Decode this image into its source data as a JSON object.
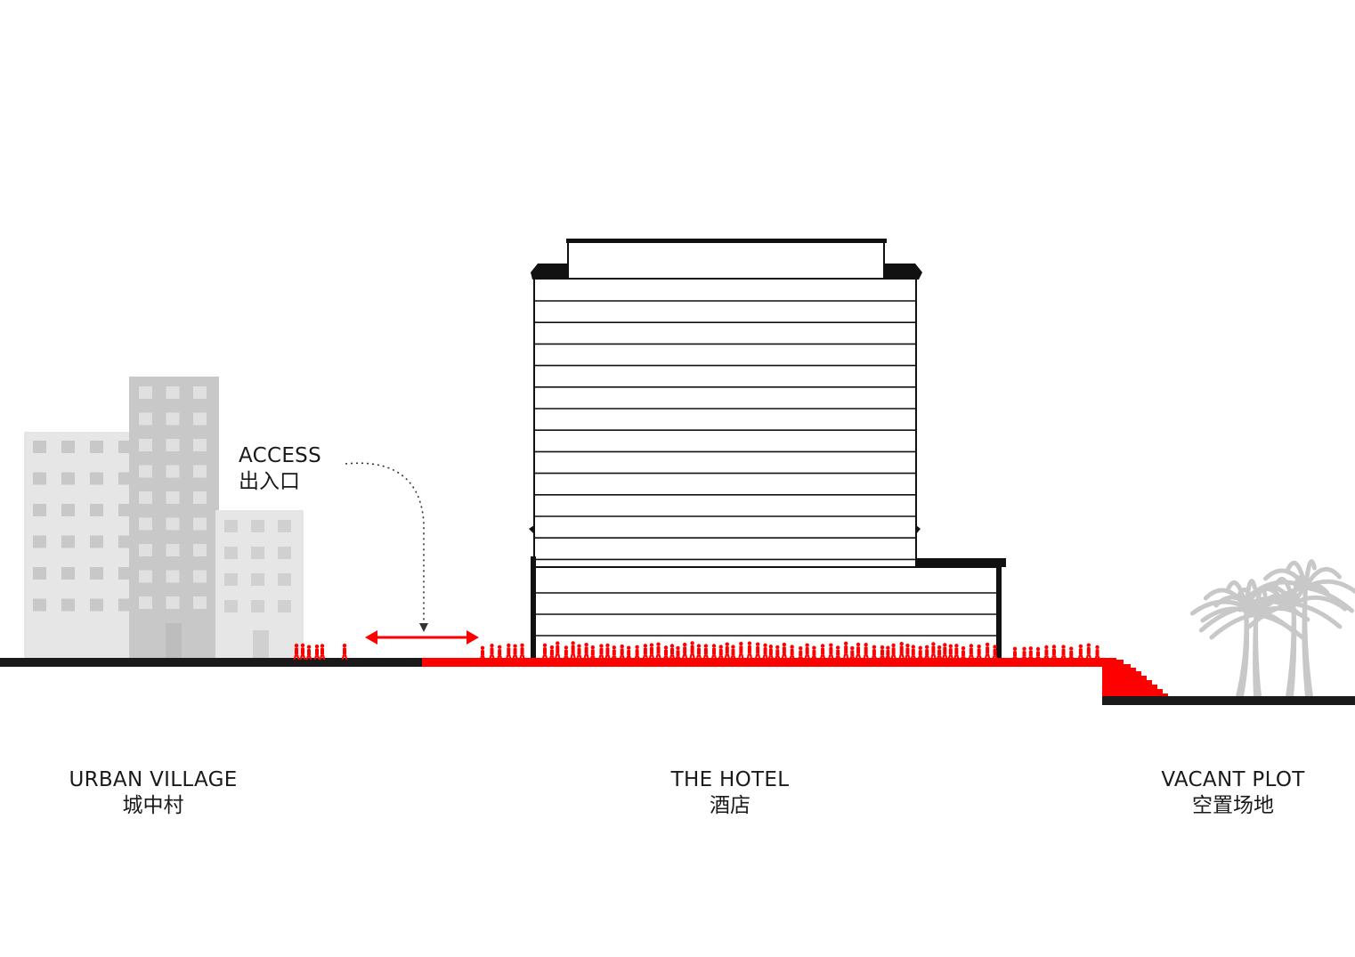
{
  "labels": {
    "access": {
      "en": "ACCESS",
      "zh": "出入口"
    },
    "urban_village": {
      "en": "URBAN VILLAGE",
      "zh": "城中村"
    },
    "hotel": {
      "en": "THE HOTEL",
      "zh": "酒店"
    },
    "vacant_plot": {
      "en": "VACANT PLOT",
      "zh": "空置场地"
    }
  },
  "colors": {
    "accent_red": "#ff0000",
    "ground_black": "#1a1a1a",
    "building_gray_light": "#e6e6e6",
    "building_gray_mid": "#c8c8c8",
    "tree_gray": "#c8c8c8",
    "hotel_outline": "#111111"
  },
  "icons": [
    "double-arrow-icon",
    "dotted-curve-arrow-icon",
    "palm-tree-icon",
    "pedestrian-icon"
  ]
}
